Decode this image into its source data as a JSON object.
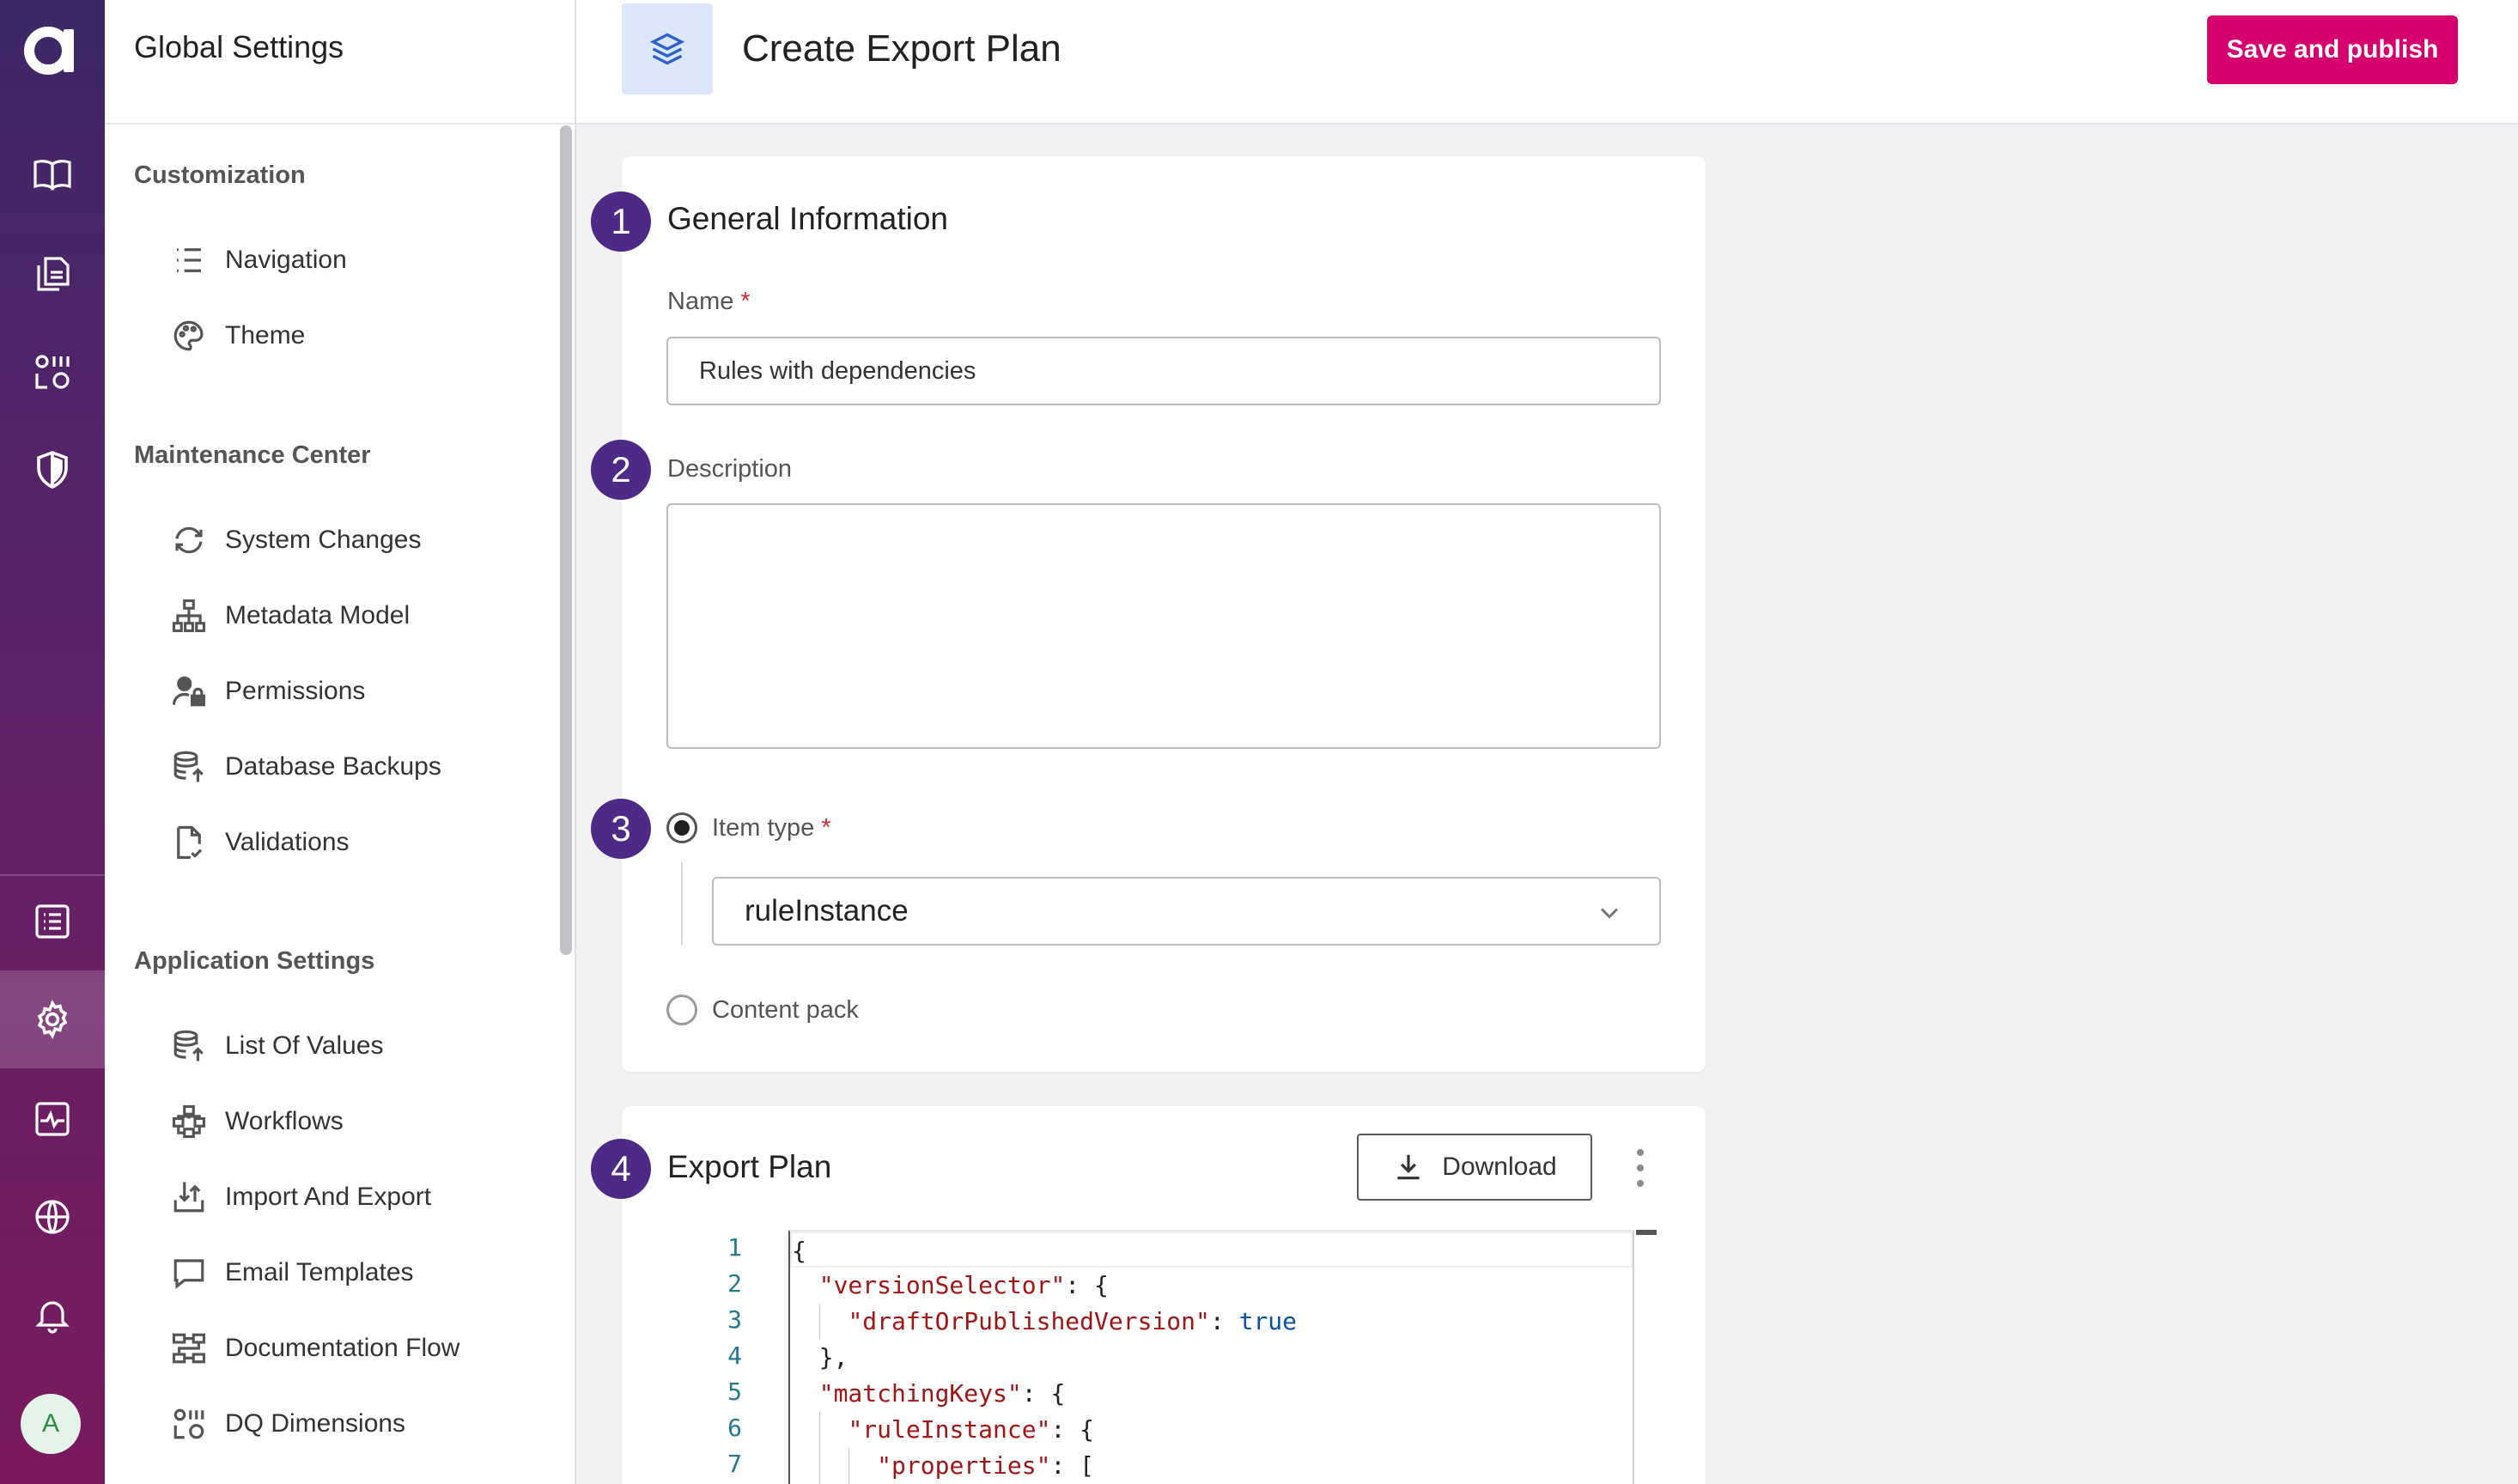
{
  "app": {
    "avatar_initial": "A",
    "accent_color": "#d5006d",
    "brand_color": "#4c2a85"
  },
  "rail": {
    "icons": [
      "book-icon",
      "documents-icon",
      "dq-dimensions-icon",
      "shield-icon",
      "list-icon",
      "gear-icon",
      "monitoring-icon",
      "globe-icon",
      "bell-icon"
    ],
    "active": "gear-icon"
  },
  "sidebar": {
    "title": "Global Settings",
    "sections": [
      {
        "label": "Customization",
        "items": [
          {
            "label": "Navigation",
            "icon": "list-bullets-icon"
          },
          {
            "label": "Theme",
            "icon": "palette-icon"
          }
        ]
      },
      {
        "label": "Maintenance Center",
        "items": [
          {
            "label": "System Changes",
            "icon": "sync-icon"
          },
          {
            "label": "Metadata Model",
            "icon": "hierarchy-icon"
          },
          {
            "label": "Permissions",
            "icon": "user-lock-icon"
          },
          {
            "label": "Database Backups",
            "icon": "database-upload-icon"
          },
          {
            "label": "Validations",
            "icon": "file-check-icon"
          }
        ]
      },
      {
        "label": "Application Settings",
        "items": [
          {
            "label": "List Of Values",
            "icon": "database-list-icon"
          },
          {
            "label": "Workflows",
            "icon": "workflow-icon"
          },
          {
            "label": "Import And Export",
            "icon": "import-export-icon"
          },
          {
            "label": "Email Templates",
            "icon": "message-icon"
          },
          {
            "label": "Documentation Flow",
            "icon": "flow-icon"
          },
          {
            "label": "DQ Dimensions",
            "icon": "dq-dimensions-icon"
          }
        ]
      }
    ]
  },
  "header": {
    "title": "Create Export Plan",
    "publish_label": "Save and publish"
  },
  "general": {
    "step": "1",
    "heading": "General Information",
    "name_label": "Name",
    "name_value": "Rules with dependencies",
    "required_mark": "*",
    "description_step": "2",
    "description_label": "Description",
    "description_value": "",
    "item_type_step": "3",
    "item_type_label": "Item type",
    "item_type_value": "ruleInstance",
    "content_pack_label": "Content pack"
  },
  "export_plan": {
    "step": "4",
    "heading": "Export Plan",
    "download_label": "Download",
    "line_numbers": [
      "1",
      "2",
      "3",
      "4",
      "5",
      "6",
      "7"
    ],
    "code": {
      "l1": "{",
      "l2_key": "\"versionSelector\"",
      "l2_rest": ": {",
      "l3_key": "\"draftOrPublishedVersion\"",
      "l3_sep": ": ",
      "l3_val": "true",
      "l4": "},",
      "l5_key": "\"matchingKeys\"",
      "l5_rest": ": {",
      "l6_key": "\"ruleInstance\"",
      "l6_rest": ": {",
      "l7_key": "\"properties\"",
      "l7_rest": ": ["
    }
  }
}
